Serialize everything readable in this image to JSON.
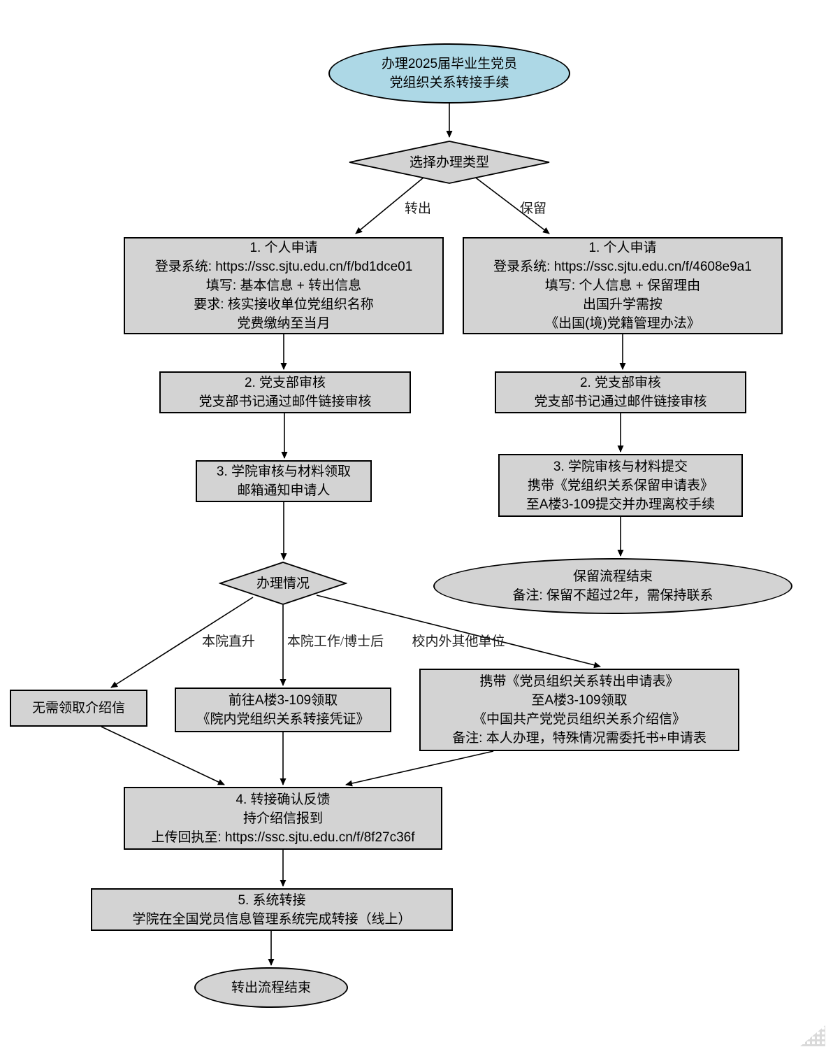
{
  "colors": {
    "start_fill": "#ADD8E6",
    "node_fill": "#D3D3D3",
    "stroke": "#000000"
  },
  "chart_data": {
    "type": "flowchart",
    "title": "办理2025届毕业生党员党组织关系转接手续"
  },
  "nodes": {
    "start": {
      "lines": [
        "办理2025届毕业生党员",
        "党组织关系转接手续"
      ]
    },
    "decision_type": {
      "label": "选择办理类型"
    },
    "transfer_step1": {
      "lines": [
        "1. 个人申请",
        "登录系统: https://ssc.sjtu.edu.cn/f/bd1dce01",
        "填写: 基本信息 + 转出信息",
        "要求: 核实接收单位党组织名称",
        "党费缴纳至当月"
      ]
    },
    "retain_step1": {
      "lines": [
        "1. 个人申请",
        "登录系统: https://ssc.sjtu.edu.cn/f/4608e9a1",
        "填写: 个人信息 + 保留理由",
        "出国升学需按",
        "《出国(境)党籍管理办法》"
      ]
    },
    "transfer_step2": {
      "lines": [
        "2. 党支部审核",
        "党支部书记通过邮件链接审核"
      ]
    },
    "retain_step2": {
      "lines": [
        "2. 党支部审核",
        "党支部书记通过邮件链接审核"
      ]
    },
    "transfer_step3": {
      "lines": [
        "3. 学院审核与材料领取",
        "邮箱通知申请人"
      ]
    },
    "retain_step3": {
      "lines": [
        "3. 学院审核与材料提交",
        "携带《党组织关系保留申请表》",
        "至A楼3-109提交并办理离校手续"
      ]
    },
    "retain_end": {
      "lines": [
        "保留流程结束",
        "备注: 保留不超过2年，需保持联系"
      ]
    },
    "decision_case": {
      "label": "办理情况"
    },
    "case_direct": {
      "lines": [
        "无需领取介绍信"
      ]
    },
    "case_internal": {
      "lines": [
        "前往A楼3-109领取",
        "《院内党组织关系转接凭证》"
      ]
    },
    "case_other": {
      "lines": [
        "携带《党员组织关系转出申请表》",
        "至A楼3-109领取",
        "《中国共产党党员组织关系介绍信》",
        "备注: 本人办理，特殊情况需委托书+申请表"
      ]
    },
    "transfer_step4": {
      "lines": [
        "4. 转接确认反馈",
        "持介绍信报到",
        "上传回执至: https://ssc.sjtu.edu.cn/f/8f27c36f"
      ]
    },
    "transfer_step5": {
      "lines": [
        "5. 系统转接",
        "学院在全国党员信息管理系统完成转接（线上）"
      ]
    },
    "transfer_end": {
      "lines": [
        "转出流程结束"
      ]
    }
  },
  "edge_labels": {
    "transfer": "转出",
    "retain": "保留",
    "direct": "本院直升",
    "internal": "本院工作/博士后",
    "other": "校内外其他单位"
  }
}
